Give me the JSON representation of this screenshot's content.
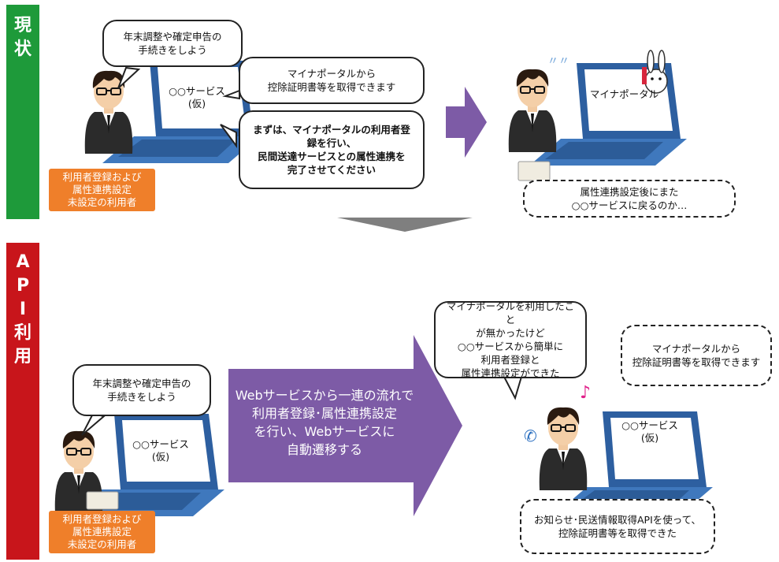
{
  "labels": {
    "current": [
      "現",
      "状"
    ],
    "api": [
      "A",
      "P",
      "I",
      "利",
      "用"
    ]
  },
  "colors": {
    "current_bar": "#1e9a3a",
    "api_bar": "#c8151b",
    "accent_purple": "#7d5ba6",
    "arrow_grey": "#7f7f7f",
    "orange_badge": "#ef7f2a"
  },
  "top": {
    "user_bubble": [
      "年末調整や確定申告の",
      "手続きをしよう"
    ],
    "service_screen": [
      "○○サービス",
      "(仮)"
    ],
    "portal_bubble": [
      "マイナポータルから",
      "控除証明書等を取得できます"
    ],
    "instruction_bubble": [
      "まずは、マイナポータルの利用者登",
      "録を行い、",
      "民間送達サービスとの属性連携を",
      "完了させてください"
    ],
    "orange_badge": [
      "利用者登録および",
      "属性連携設定",
      "未設定の利用者"
    ],
    "portal_screen": "マイナポータル",
    "thought_bubble": [
      "属性連携設定後にまた",
      "○○サービスに戻るのか…"
    ]
  },
  "bottom": {
    "user_bubble": [
      "年末調整や確定申告の",
      "手続きをしよう"
    ],
    "service_screen": [
      "○○サービス",
      "(仮)"
    ],
    "orange_badge": [
      "利用者登録および",
      "属性連携設定",
      "未設定の利用者"
    ],
    "flow_arrow": [
      "Webサービスから一連の流れで",
      "利用者登録･属性連携設定",
      "を行い、Webサービスに",
      "自動遷移する"
    ],
    "result_bubble": [
      "マイナポータルを利用したこと",
      "が無かったけど",
      "○○サービスから簡単に",
      "利用者登録と",
      "属性連携設定ができた"
    ],
    "portal_dash_bubble": [
      "マイナポータルから",
      "控除証明書等を取得できます"
    ],
    "service_screen_right": [
      "○○サービス",
      "(仮)"
    ],
    "api_bubble": [
      "お知らせ･民送情報取得APIを使って、",
      "控除証明書等を取得できた"
    ]
  }
}
